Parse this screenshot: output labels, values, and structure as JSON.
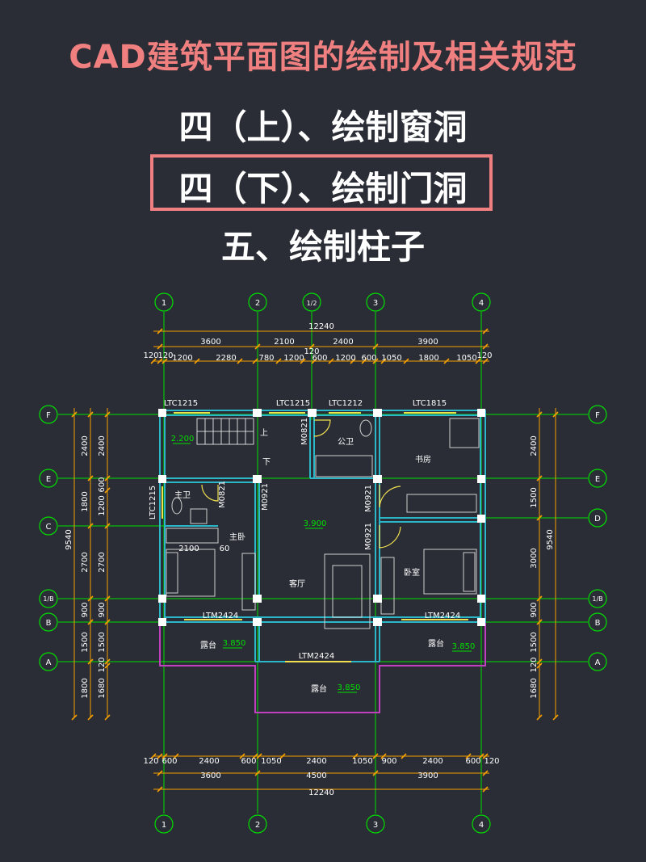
{
  "header": {
    "title": "CAD建筑平面图的绘制及相关规范",
    "line1": "四（上）、绘制窗洞",
    "line2": "四（下）、绘制门洞",
    "line3": "五、绘制柱子"
  },
  "colors": {
    "background": "#2a2d35",
    "title": "#f07f80",
    "highlight_box": "#ef7f80",
    "axis": "#00e000",
    "dimension": "#f5a000",
    "wall": "#2ab7c8",
    "balcony": "#c040c0",
    "window": "#f0e050",
    "column": "#ffffff"
  },
  "plan": {
    "axes_top": [
      "1",
      "2",
      "1/2",
      "3",
      "4"
    ],
    "axes_bottom": [
      "1",
      "2",
      "3",
      "4"
    ],
    "axes_left": [
      "F",
      "E",
      "C",
      "1/B",
      "B",
      "A"
    ],
    "axes_right": [
      "F",
      "E",
      "D",
      "1/B",
      "B",
      "A"
    ],
    "top_dims_total": "12240",
    "top_dims_row2": [
      "3600",
      "2100",
      "2400",
      "3900"
    ],
    "top_dims_row3": [
      "120",
      "120",
      "1200",
      "2280",
      "780",
      "1200",
      "120",
      "600",
      "1200",
      "600",
      "1050",
      "1800",
      "1050",
      "120"
    ],
    "bottom_dims_row1": [
      "120",
      "600",
      "2400",
      "600",
      "1050",
      "2400",
      "1050",
      "900",
      "2400",
      "600",
      "120"
    ],
    "bottom_dims_row2": [
      "3600",
      "4500",
      "3900"
    ],
    "bottom_dims_total": "12240",
    "left_total": "9540",
    "left_dims_outer": [
      "2400",
      "1800",
      "2700",
      "900",
      "1500",
      "1800"
    ],
    "left_dims_inner": [
      "2400",
      "600",
      "1200",
      "2700",
      "900",
      "1500",
      "120",
      "1680"
    ],
    "right_total": "9540",
    "right_dims": [
      "2400",
      "1500",
      "3000",
      "900",
      "1500",
      "120",
      "1680"
    ],
    "rooms": {
      "stair_up": "上",
      "stair_down": "下",
      "level_stair": "2.200",
      "public_bath": "公卫",
      "study": "书房",
      "master_bath": "主卫",
      "master_bed": "主卧",
      "living": "客厅",
      "bedroom": "卧室",
      "balcony_left": "露台",
      "balcony_right": "露台",
      "balcony_bottom": "露台",
      "level_center": "3.900",
      "level_bl": "3.850",
      "level_br": "3.850",
      "level_bb": "3.850"
    },
    "windows": {
      "w1": "LTC1215",
      "w2": "LTC1215",
      "w3": "LTC1212",
      "w4": "LTC1815",
      "w5": "LTC1215",
      "ltm_left": "LTM2424",
      "ltm_right": "LTM2424",
      "ltm_bottom": "LTM2424"
    },
    "doors": {
      "d1": "M0821",
      "d2": "M0821",
      "d3": "M0921",
      "d4": "M0921",
      "d5": "M0921"
    },
    "misc": {
      "dim_2100": "2100",
      "dim_60": "60"
    }
  }
}
